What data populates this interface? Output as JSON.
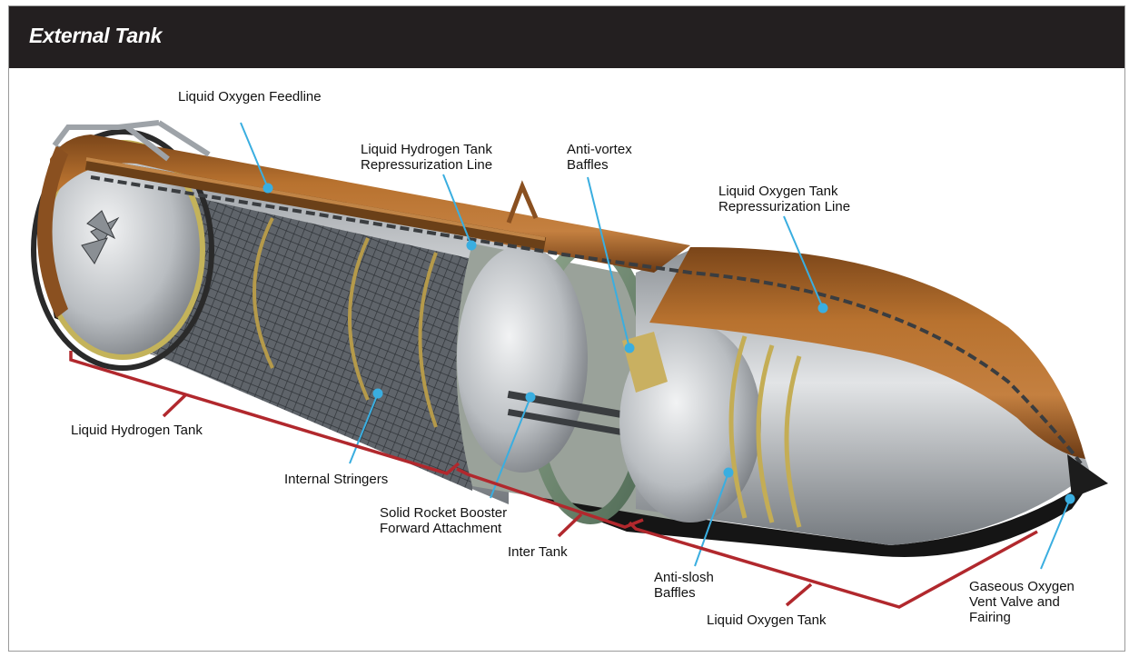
{
  "header": {
    "title": "External Tank"
  },
  "labels": {
    "lox_feedline": "Liquid Oxygen Feedline",
    "lh2_repress_1": "Liquid Hydrogen Tank",
    "lh2_repress_2": "Repressurization Line",
    "antivortex_1": "Anti-vortex",
    "antivortex_2": "Baffles",
    "lox_repress_1": "Liquid Oxygen Tank",
    "lox_repress_2": "Repressurization Line",
    "lh2_tank": "Liquid Hydrogen Tank",
    "stringers": "Internal Stringers",
    "srb_attach_1": "Solid Rocket Booster",
    "srb_attach_2": "Forward Attachment",
    "intertank": "Inter Tank",
    "antislosh_1": "Anti-slosh",
    "antislosh_2": "Baffles",
    "lox_tank": "Liquid Oxygen Tank",
    "vent_valve_1": "Gaseous Oxygen",
    "vent_valve_2": "Vent Valve and",
    "vent_valve_3": "Fairing"
  },
  "colors": {
    "header_bg": "#231f20",
    "header_text": "#ffffff",
    "leader_line": "#3aaee0",
    "bracket": "#b1282d",
    "tank_foam": "#a8652a",
    "metal": "#c9ccd0"
  }
}
